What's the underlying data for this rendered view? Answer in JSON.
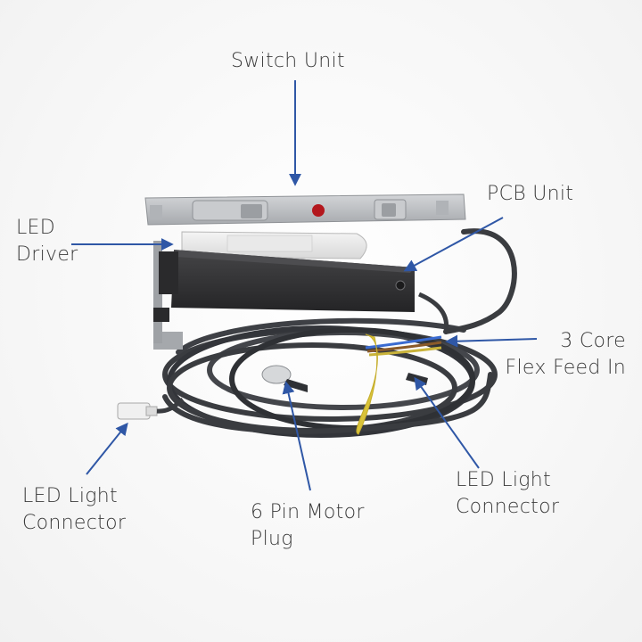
{
  "diagram": {
    "labels": {
      "switch_unit": "Switch Unit",
      "pcb_unit": "PCB Unit",
      "led_driver": [
        "LED",
        "Driver"
      ],
      "core_flex": [
        "3 Core",
        "Flex Feed In"
      ],
      "led_light_connector_left": [
        "LED Light",
        "Connector"
      ],
      "motor_plug": [
        "6 Pin Motor",
        "Plug"
      ],
      "led_light_connector_right": [
        "LED Light",
        "Connector"
      ]
    },
    "colors": {
      "arrow": "#2f57a6",
      "label_text": "#3b3b3b",
      "switch_housing": "#b9bcc0",
      "pcb_box": "#2e2e30",
      "cable": "#3a3c40",
      "cable_tie": "#d9c33a",
      "led_indicator": "#b3171d"
    }
  }
}
